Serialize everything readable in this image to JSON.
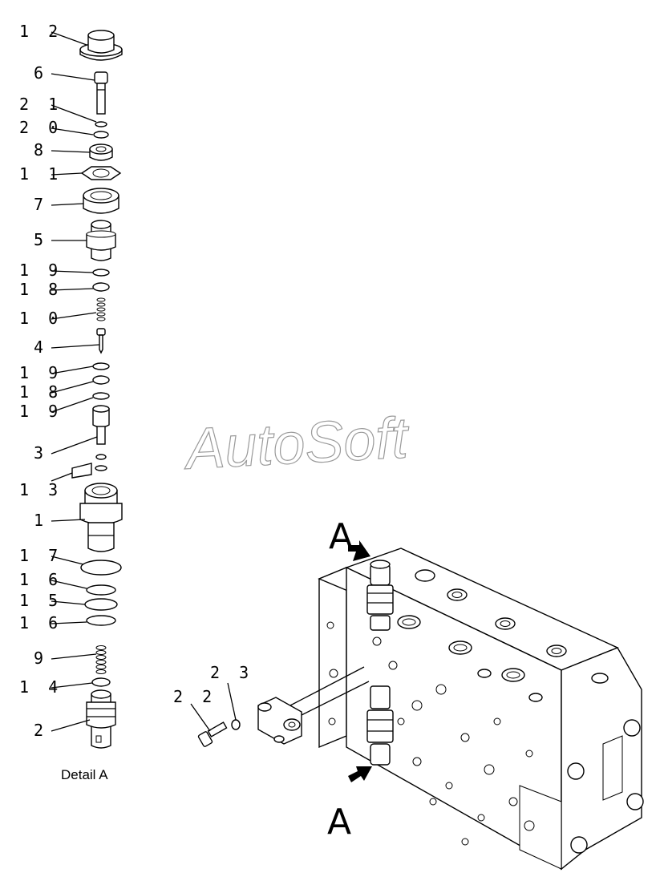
{
  "diagram": {
    "watermark": "AutoSoft",
    "detail_caption": "Detail A",
    "view_label_top": "A",
    "view_label_bottom": "A",
    "callouts": [
      {
        "part": "12",
        "label": "1 2"
      },
      {
        "part": "6",
        "label": "6"
      },
      {
        "part": "21",
        "label": "2 1"
      },
      {
        "part": "20",
        "label": "2 0"
      },
      {
        "part": "8",
        "label": "8"
      },
      {
        "part": "11",
        "label": "1 1"
      },
      {
        "part": "7",
        "label": "7"
      },
      {
        "part": "5",
        "label": "5"
      },
      {
        "part": "19",
        "label": "1 9"
      },
      {
        "part": "18",
        "label": "1 8"
      },
      {
        "part": "10",
        "label": "1 0"
      },
      {
        "part": "4",
        "label": "4"
      },
      {
        "part": "19",
        "label": "1 9"
      },
      {
        "part": "18",
        "label": "1 8"
      },
      {
        "part": "19",
        "label": "1 9"
      },
      {
        "part": "3",
        "label": "3"
      },
      {
        "part": "13",
        "label": "1 3"
      },
      {
        "part": "1",
        "label": "1"
      },
      {
        "part": "17",
        "label": "1 7"
      },
      {
        "part": "16",
        "label": "1 6"
      },
      {
        "part": "15",
        "label": "1 5"
      },
      {
        "part": "16",
        "label": "1 6"
      },
      {
        "part": "9",
        "label": "9"
      },
      {
        "part": "14",
        "label": "1 4"
      },
      {
        "part": "2",
        "label": "2"
      },
      {
        "part": "23",
        "label": "2 3"
      },
      {
        "part": "22",
        "label": "2 2"
      }
    ]
  }
}
